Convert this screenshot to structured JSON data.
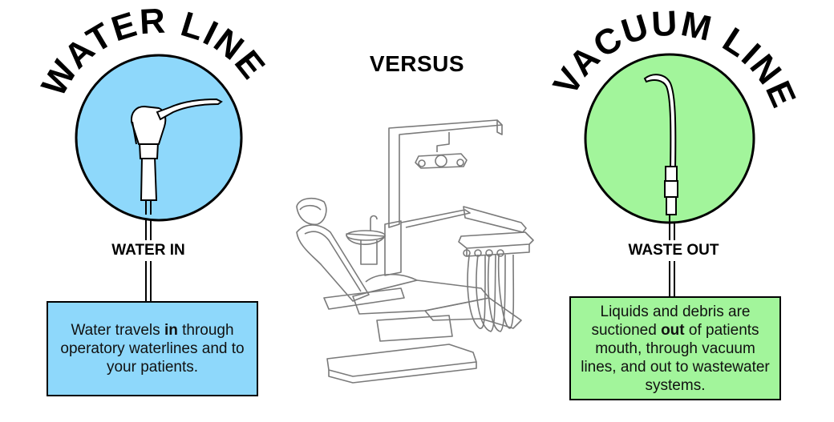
{
  "water": {
    "title": "WATER LINE",
    "flow_label": "WATER IN",
    "description": {
      "before": "Water travels ",
      "bold": "in",
      "after": " through operatory waterlines and to your patients."
    },
    "circle_color": "#8ed8fb",
    "box_color": "#8ed8fb"
  },
  "center": {
    "label": "VERSUS"
  },
  "vacuum": {
    "title": "VACUUM LINE",
    "flow_label": "WASTE OUT",
    "description": {
      "before": "Liquids and debris are suctioned ",
      "bold": "out",
      "after": " of patients mouth, through vacuum lines, and out to wastewater systems."
    },
    "circle_color": "#a2f59b",
    "box_color": "#a2f59b"
  }
}
